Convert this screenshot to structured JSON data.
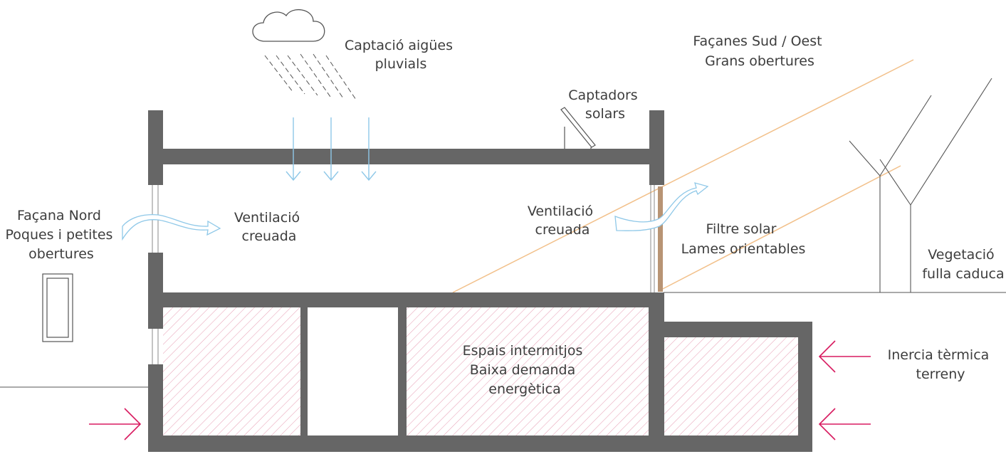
{
  "labels": {
    "rain": [
      "Captació aigües",
      "pluvials"
    ],
    "south": [
      "Façanes Sud / Oest",
      "Grans obertures"
    ],
    "solar": [
      "Captadors",
      "solars"
    ],
    "north": [
      "Façana Nord",
      "Poques i petites",
      "obertures"
    ],
    "vent_left": [
      "Ventilació",
      "creuada"
    ],
    "vent_right": [
      "Ventilació",
      "creuada"
    ],
    "filter": [
      "Filtre solar",
      "Lames orientables"
    ],
    "vegetation": [
      "Vegetació",
      "fulla caduca"
    ],
    "intermediate": [
      "Espais intermitjos",
      "Baixa demanda",
      "energètica"
    ],
    "inertia": [
      "Inercia tèrmica",
      "terreny"
    ]
  },
  "colors": {
    "wall": "#666666",
    "text": "#3d3d3d",
    "sun_ray": "#f2c08a",
    "arrow": "#d81b60",
    "hatch": "#e8a3b8",
    "water": "#8fc8e8",
    "louvers": "#b89474"
  },
  "icons": [
    "cloud-icon",
    "rain-icon",
    "solar-panel-icon",
    "tree-icon",
    "wind-arrow-icon",
    "pressure-arrow-icon",
    "water-arrow-icon"
  ]
}
